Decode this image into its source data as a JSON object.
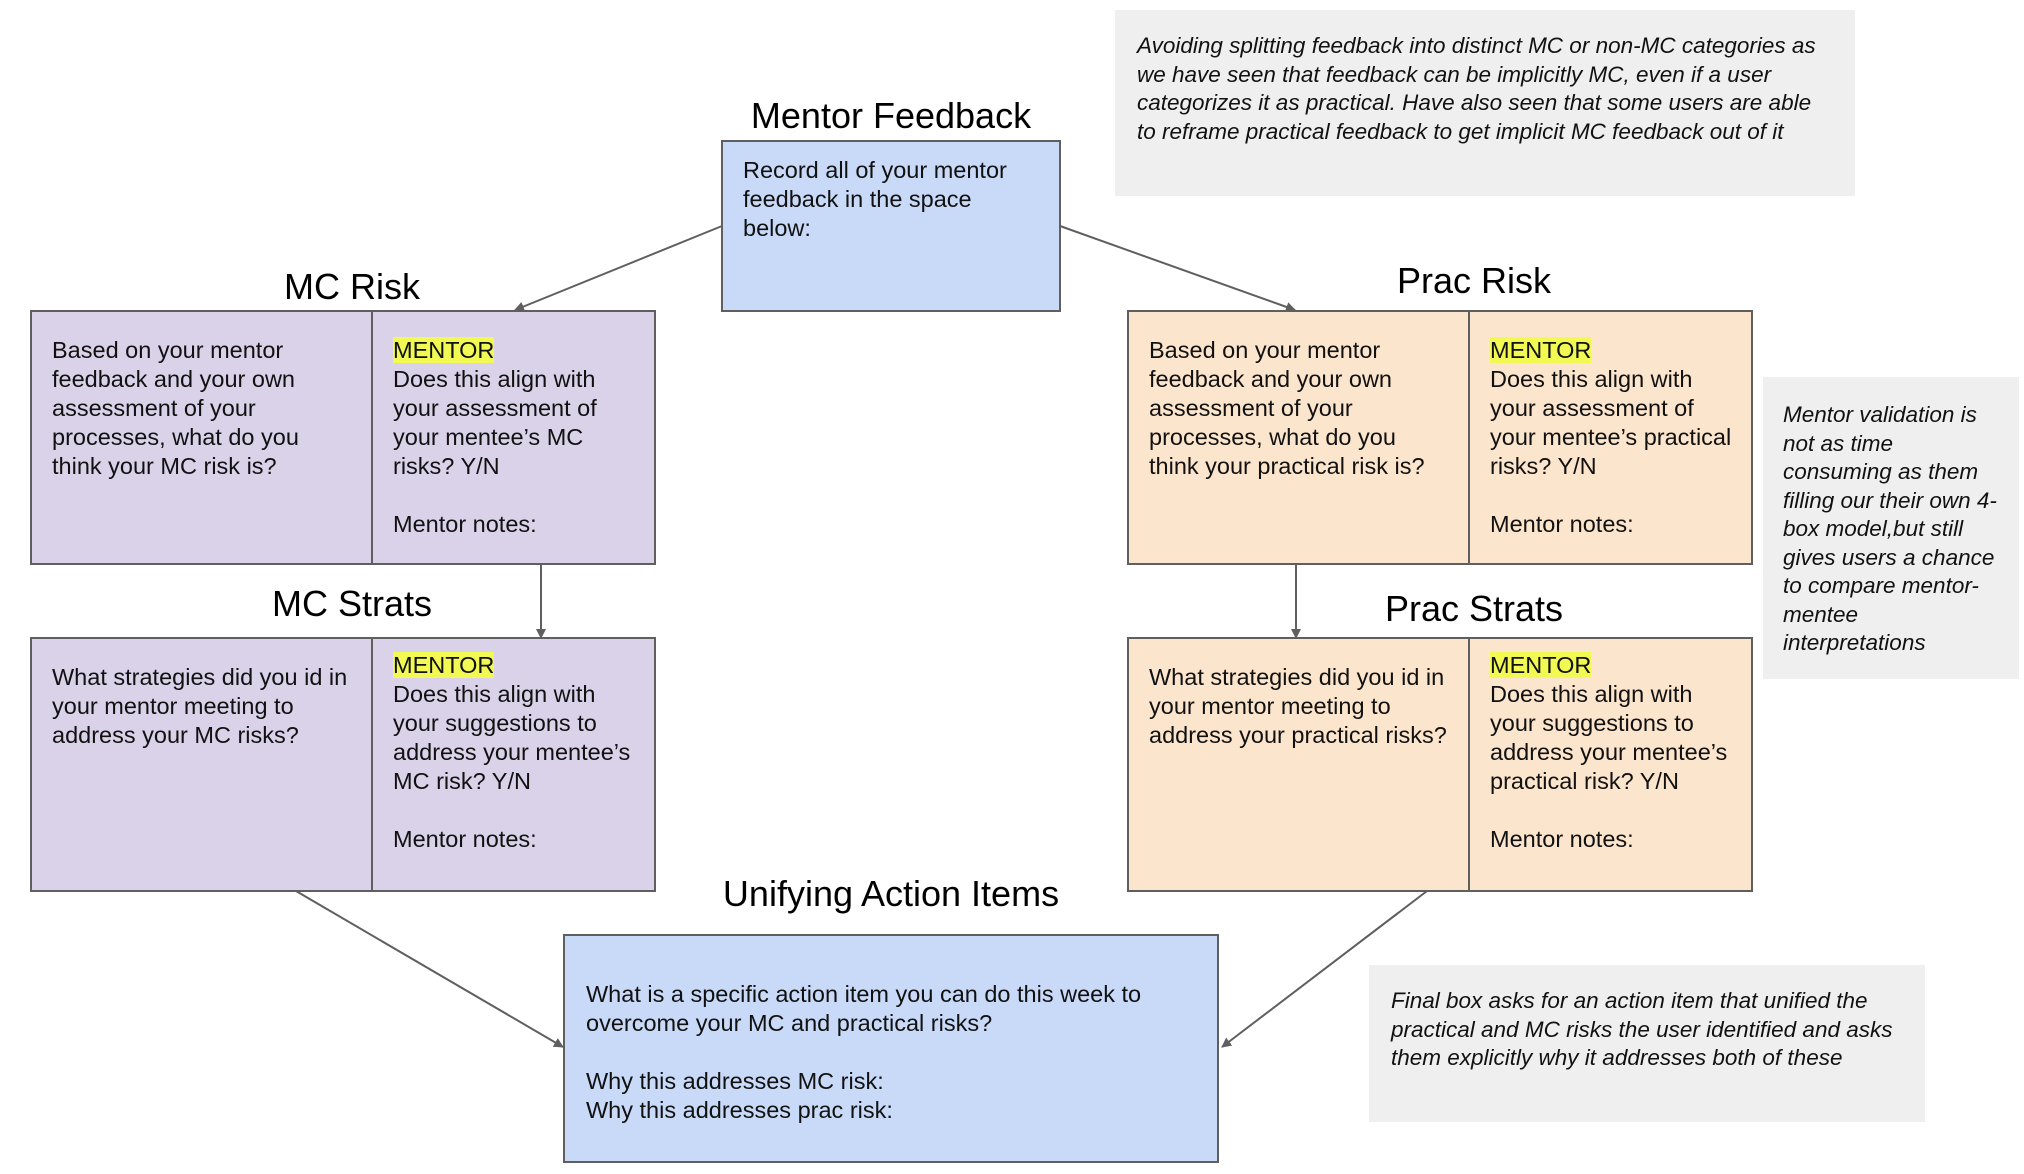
{
  "colors": {
    "mc": "#d9d2e9",
    "prac": "#fce5cd",
    "blue": "#c9daf8",
    "note": "#efefef",
    "highlight": "#f1f952",
    "border": "#5f5f5f"
  },
  "mentor_feedback": {
    "title": "Mentor Feedback",
    "text": "Record all of your mentor feedback in the space below:"
  },
  "mc_risk": {
    "title": "MC Risk",
    "question": "Based on your mentor feedback and your own assessment of your processes, what do you think your MC risk is?",
    "mentor_tag": "MENTOR",
    "mentor_question": "Does this align with your assessment of your mentee’s MC risks? Y/N",
    "mentor_notes": "Mentor notes:"
  },
  "mc_strats": {
    "title": "MC Strats",
    "question": "What strategies did you id in your mentor meeting to address your MC risks?",
    "mentor_tag": "MENTOR",
    "mentor_question": "Does this align with your suggestions to address your mentee’s MC risk? Y/N",
    "mentor_notes": "Mentor notes:"
  },
  "prac_risk": {
    "title": "Prac Risk",
    "question": "Based on your mentor feedback and your own assessment of your processes, what do you think your practical risk is?",
    "mentor_tag": "MENTOR",
    "mentor_question": "Does this align with your assessment of your mentee’s practical risks? Y/N",
    "mentor_notes": "Mentor notes:"
  },
  "prac_strats": {
    "title": "Prac Strats",
    "question": "What strategies did you id in your mentor meeting to address your practical risks?",
    "mentor_tag": "MENTOR",
    "mentor_question": "Does this align with your suggestions to address your mentee’s practical risk? Y/N",
    "mentor_notes": "Mentor notes:"
  },
  "unifying": {
    "title": "Unifying Action Items",
    "question": "What is a specific action item you can do this week to overcome your MC and practical risks?",
    "line_mc": "Why this addresses MC risk:",
    "line_prac": "Why this addresses prac risk:"
  },
  "notes": {
    "top": "Avoiding splitting feedback into distinct MC or non-MC categories as we have seen that feedback can be   implicitly MC, even if a user categorizes it  as practical. Have also seen that some users are able to reframe practical feedback to get implicit MC feedback out of it",
    "right": "Mentor validation is not as time consuming as them filling our their own 4-box model,but still gives users a chance to compare mentor-mentee interpretations",
    "bottom": "Final box asks for an action item that unified the practical and MC risks the user identified and asks them explicitly why it addresses both of these"
  }
}
